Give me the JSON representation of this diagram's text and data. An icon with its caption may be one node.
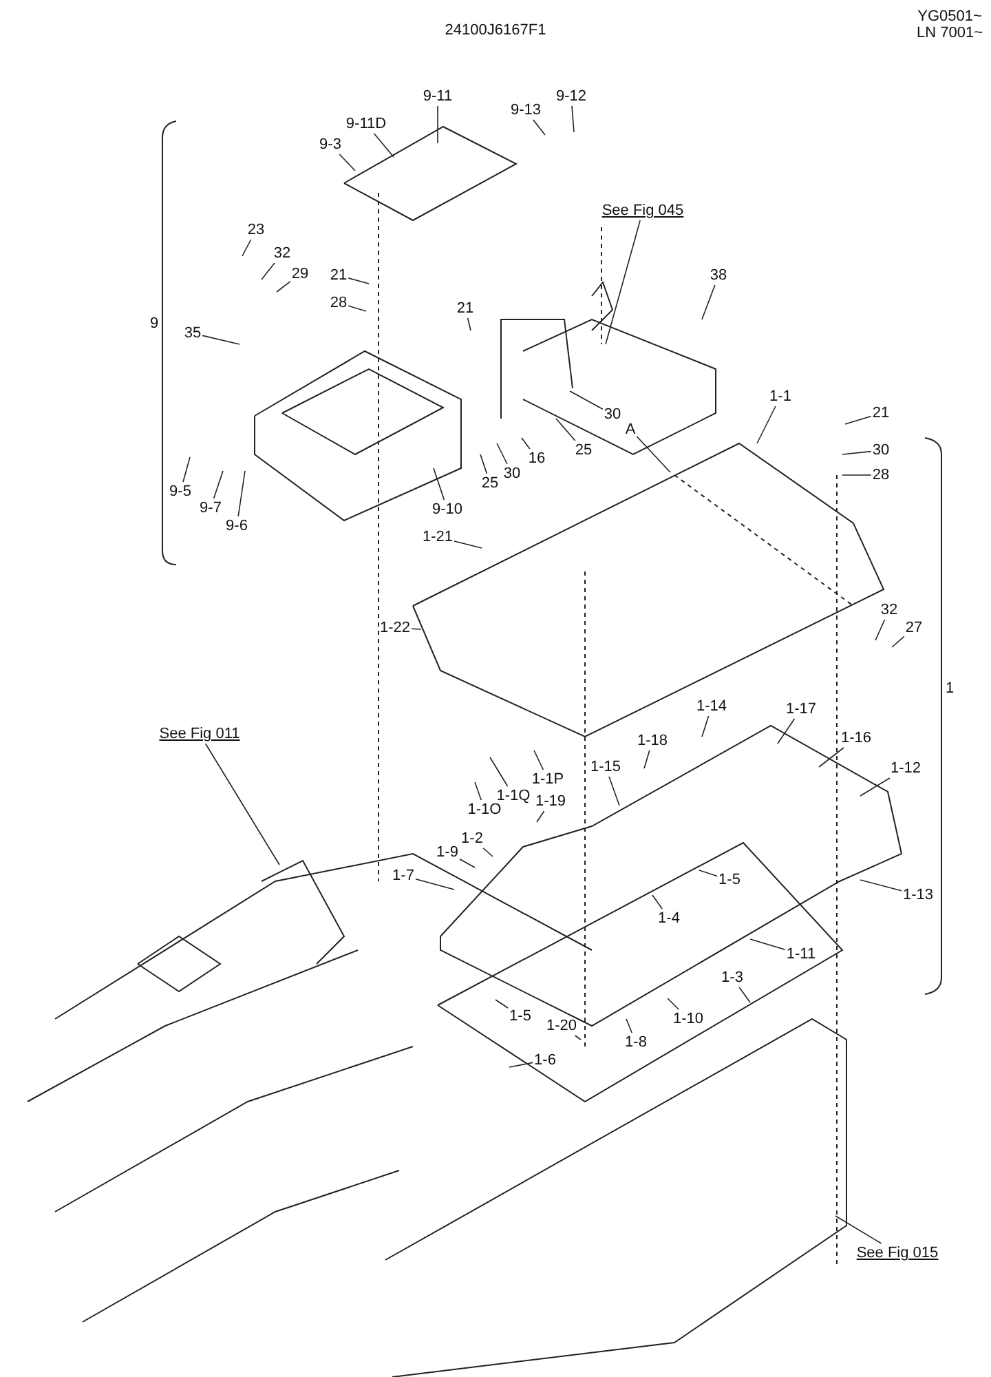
{
  "diagram": {
    "title": "24100J6167F1",
    "nodes": [
      {
        "text": [
          "9-11"
        ]
      },
      {
        "text": [
          "9-12"
        ]
      },
      {
        "text": [
          "9-13"
        ]
      },
      {
        "text": [
          "9-11D"
        ]
      },
      {
        "text": [
          "9-3"
        ]
      },
      {
        "text": [
          "See Fig 045"
        ]
      },
      {
        "text": [
          "23"
        ]
      },
      {
        "text": [
          "32"
        ]
      },
      {
        "text": [
          "29"
        ]
      },
      {
        "text": [
          "21"
        ]
      },
      {
        "text": [
          "28"
        ]
      },
      {
        "text": [
          "38"
        ]
      },
      {
        "text": [
          "35"
        ]
      },
      {
        "text": [
          "21"
        ]
      },
      {
        "text": [
          "30"
        ]
      },
      {
        "text": [
          "25"
        ]
      },
      {
        "text": [
          "16"
        ]
      },
      {
        "text": [
          "30"
        ]
      },
      {
        "text": [
          "25"
        ]
      },
      {
        "text": [
          "9-10"
        ]
      },
      {
        "text": [
          "9-5"
        ]
      },
      {
        "text": [
          "9-7"
        ]
      },
      {
        "text": [
          "9-6"
        ]
      },
      {
        "text": [
          "1-1"
        ]
      },
      {
        "text": [
          "A"
        ]
      },
      {
        "text": [
          "21"
        ]
      },
      {
        "text": [
          "30"
        ]
      },
      {
        "text": [
          "28"
        ]
      },
      {
        "text": [
          "1-21"
        ]
      },
      {
        "text": [
          "1-22"
        ]
      },
      {
        "text": [
          "32"
        ]
      },
      {
        "text": [
          "27"
        ]
      },
      {
        "text": [
          "1-14"
        ]
      },
      {
        "text": [
          "1-17"
        ]
      },
      {
        "text": [
          "1-16"
        ]
      },
      {
        "text": [
          "1-12"
        ]
      },
      {
        "text": [
          "1-18"
        ]
      },
      {
        "text": [
          "1-15"
        ]
      },
      {
        "text": [
          "1-1P"
        ]
      },
      {
        "text": [
          "1-1Q"
        ]
      },
      {
        "text": [
          "1-19"
        ]
      },
      {
        "text": [
          "1-1O"
        ]
      },
      {
        "text": [
          "See Fig 011"
        ]
      },
      {
        "text": [
          "1-2"
        ]
      },
      {
        "text": [
          "1-9"
        ]
      },
      {
        "text": [
          "1-7"
        ]
      },
      {
        "text": [
          "1-5"
        ]
      },
      {
        "text": [
          "1-4"
        ]
      },
      {
        "text": [
          "1-13"
        ]
      },
      {
        "text": [
          "1-11"
        ]
      },
      {
        "text": [
          "1-3"
        ]
      },
      {
        "text": [
          "1-5"
        ]
      },
      {
        "text": [
          "1-6"
        ]
      },
      {
        "text": [
          "1-20"
        ]
      },
      {
        "text": [
          "1-10"
        ]
      },
      {
        "text": [
          "1-8"
        ]
      },
      {
        "text": [
          "See Fig 015"
        ]
      }
    ],
    "edges": [
      {
        "from": 0,
        "to": null,
        "arrow": "none"
      },
      {
        "from": 1,
        "to": null,
        "arrow": "none"
      },
      {
        "from": 2,
        "to": null,
        "arrow": "none"
      },
      {
        "from": 3,
        "to": null,
        "arrow": "none"
      },
      {
        "from": 4,
        "to": null,
        "arrow": "none"
      },
      {
        "from": 5,
        "to": null,
        "arrow": "none"
      },
      {
        "from": 6,
        "to": null,
        "arrow": "none"
      },
      {
        "from": 7,
        "to": null,
        "arrow": "none"
      },
      {
        "from": 8,
        "to": null,
        "arrow": "none"
      },
      {
        "from": 9,
        "to": null,
        "arrow": "none"
      },
      {
        "from": 10,
        "to": null,
        "arrow": "none"
      },
      {
        "from": 11,
        "to": null,
        "arrow": "none"
      },
      {
        "from": 12,
        "to": null,
        "arrow": "none"
      },
      {
        "from": 13,
        "to": null,
        "arrow": "none"
      },
      {
        "from": 14,
        "to": null,
        "arrow": "none"
      },
      {
        "from": 15,
        "to": null,
        "arrow": "none"
      },
      {
        "from": 16,
        "to": null,
        "arrow": "none"
      },
      {
        "from": 17,
        "to": null,
        "arrow": "none"
      },
      {
        "from": 18,
        "to": null,
        "arrow": "none"
      },
      {
        "from": 19,
        "to": null,
        "arrow": "none"
      },
      {
        "from": 20,
        "to": null,
        "arrow": "none"
      },
      {
        "from": 21,
        "to": null,
        "arrow": "none"
      },
      {
        "from": 22,
        "to": null,
        "arrow": "none"
      },
      {
        "from": 23,
        "to": null,
        "arrow": "none"
      },
      {
        "from": 24,
        "to": null,
        "arrow": "none"
      },
      {
        "from": 25,
        "to": null,
        "arrow": "none"
      },
      {
        "from": 26,
        "to": null,
        "arrow": "none"
      },
      {
        "from": 27,
        "to": null,
        "arrow": "none"
      },
      {
        "from": 28,
        "to": null,
        "arrow": "none"
      },
      {
        "from": 29,
        "to": null,
        "arrow": "none"
      },
      {
        "from": 30,
        "to": null,
        "arrow": "none"
      },
      {
        "from": 31,
        "to": null,
        "arrow": "none"
      },
      {
        "from": 32,
        "to": null,
        "arrow": "none"
      },
      {
        "from": 33,
        "to": null,
        "arrow": "none"
      },
      {
        "from": 34,
        "to": null,
        "arrow": "none"
      },
      {
        "from": 35,
        "to": null,
        "arrow": "none"
      },
      {
        "from": 36,
        "to": null,
        "arrow": "none"
      },
      {
        "from": 37,
        "to": null,
        "arrow": "none"
      },
      {
        "from": 38,
        "to": null,
        "arrow": "none"
      },
      {
        "from": 39,
        "to": null,
        "arrow": "none"
      },
      {
        "from": 40,
        "to": null,
        "arrow": "none"
      },
      {
        "from": 41,
        "to": null,
        "arrow": "none"
      },
      {
        "from": 42,
        "to": null,
        "arrow": "none"
      },
      {
        "from": 43,
        "to": null,
        "arrow": "none"
      },
      {
        "from": 44,
        "to": null,
        "arrow": "none"
      },
      {
        "from": 45,
        "to": null,
        "arrow": "none"
      },
      {
        "from": 46,
        "to": null,
        "arrow": "none"
      },
      {
        "from": 47,
        "to": null,
        "arrow": "none"
      },
      {
        "from": 48,
        "to": null,
        "arrow": "none"
      },
      {
        "from": 49,
        "to": null,
        "arrow": "none"
      },
      {
        "from": 50,
        "to": null,
        "arrow": "none"
      },
      {
        "from": 51,
        "to": null,
        "arrow": "none"
      },
      {
        "from": 52,
        "to": null,
        "arrow": "none"
      },
      {
        "from": 53,
        "to": null,
        "arrow": "none"
      },
      {
        "from": 54,
        "to": null,
        "arrow": "none"
      },
      {
        "from": 55,
        "to": null,
        "arrow": "none"
      },
      {
        "from": 56,
        "to": null,
        "arrow": "none"
      }
    ],
    "labels": [
      "YG0501~",
      "LN 7001~",
      "9",
      "1"
    ]
  }
}
